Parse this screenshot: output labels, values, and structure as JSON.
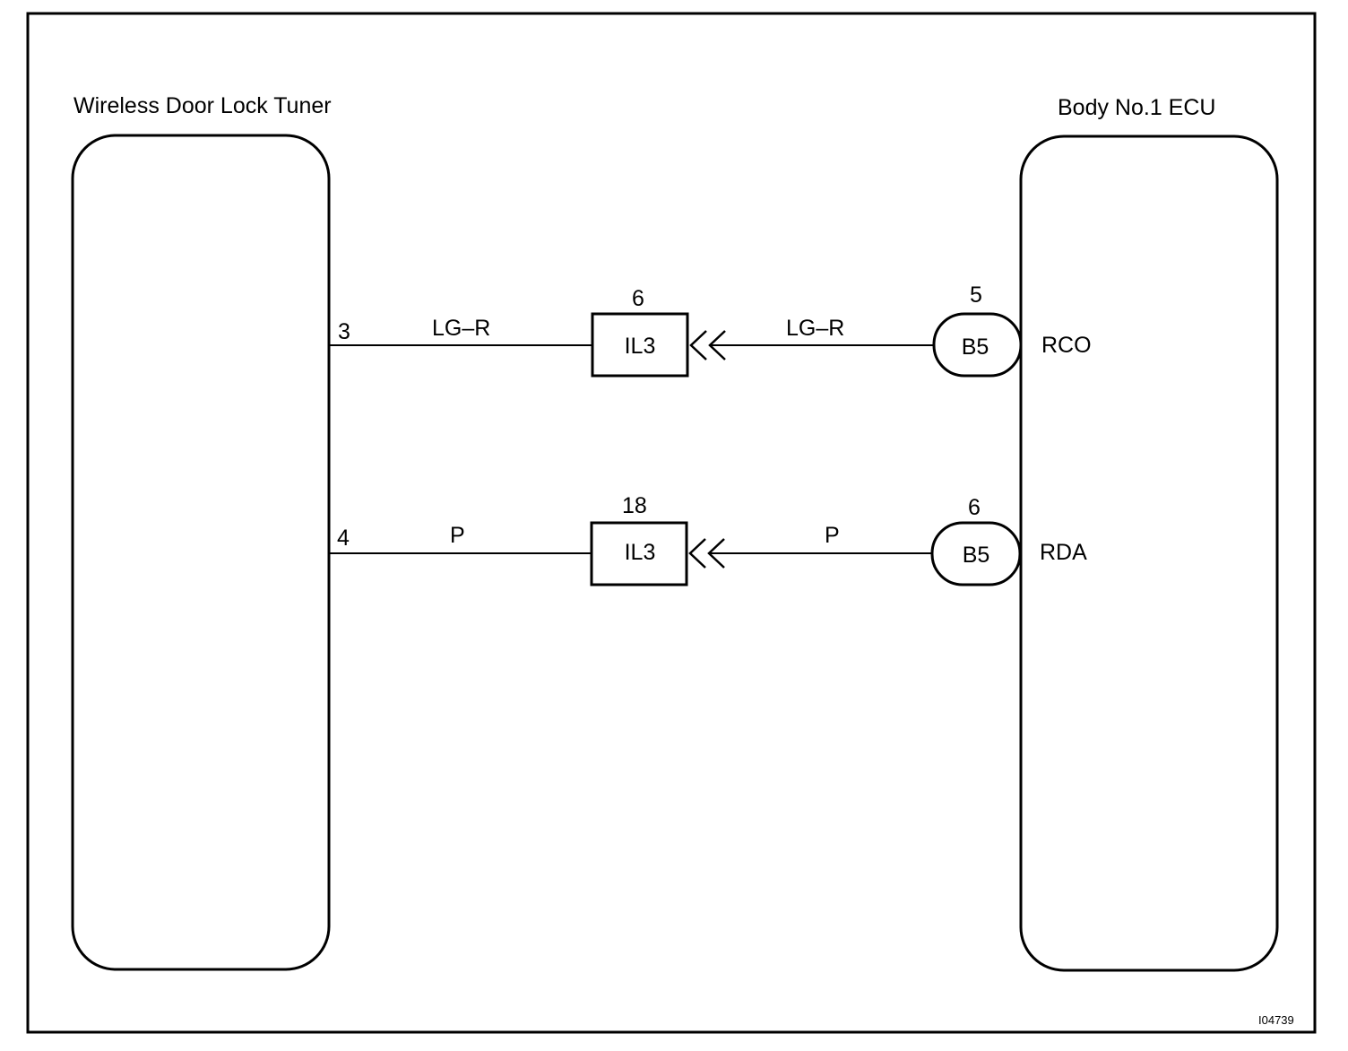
{
  "colors": {
    "line": "#000000",
    "background": "#ffffff"
  },
  "tuner": {
    "title": "Wireless Door Lock Tuner"
  },
  "ecu": {
    "title": "Body No.1 ECU"
  },
  "circuits": [
    {
      "tuner_pin": "3",
      "wire_left": "LG–R",
      "junction_pin": "6",
      "junction": "IL3",
      "wire_right": "LG–R",
      "connector_pin": "5",
      "connector": "B5",
      "terminal": "RCO"
    },
    {
      "tuner_pin": "4",
      "wire_left": "P",
      "junction_pin": "18",
      "junction": "IL3",
      "wire_right": "P",
      "connector_pin": "6",
      "connector": "B5",
      "terminal": "RDA"
    }
  ],
  "figure_id": "I04739"
}
